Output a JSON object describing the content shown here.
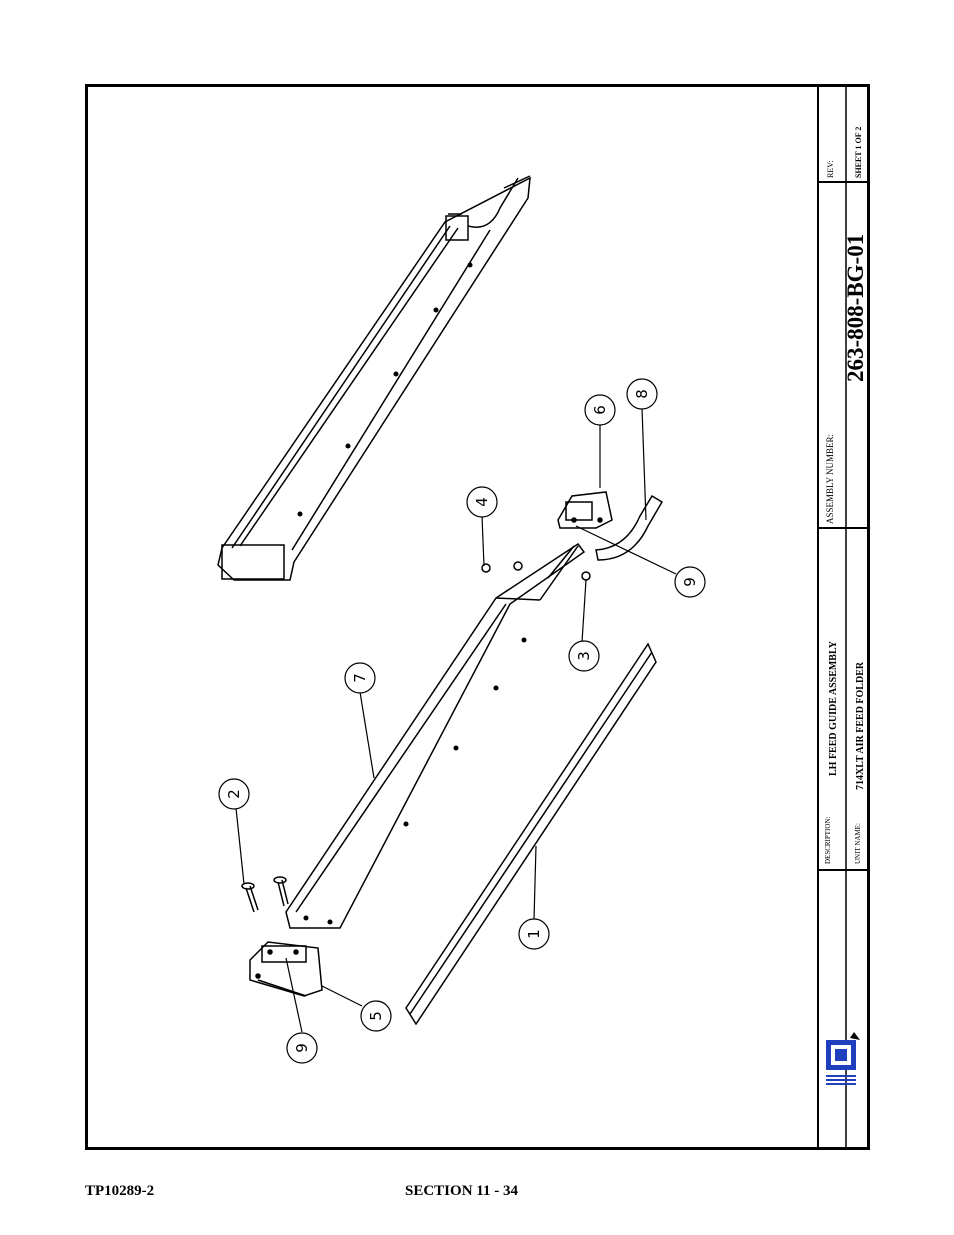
{
  "title_block": {
    "rev_label": "REV:",
    "sheet": "SHEET 1 OF 2",
    "assembly_label": "ASSEMBLY NUMBER:",
    "assembly_number": "263-808-BG-01",
    "description_label": "DESCRIPTION:",
    "description": "LH FEED GUIDE ASSEMBLY",
    "unit_label": "UNIT NAME:",
    "unit_name": "714XLT AIR FEED FOLDER"
  },
  "callouts": [
    "1",
    "2",
    "3",
    "4",
    "5",
    "6",
    "7",
    "8",
    "9",
    "9"
  ],
  "footer": {
    "left": "TP10289-2",
    "center": "SECTION 11 - 34"
  }
}
